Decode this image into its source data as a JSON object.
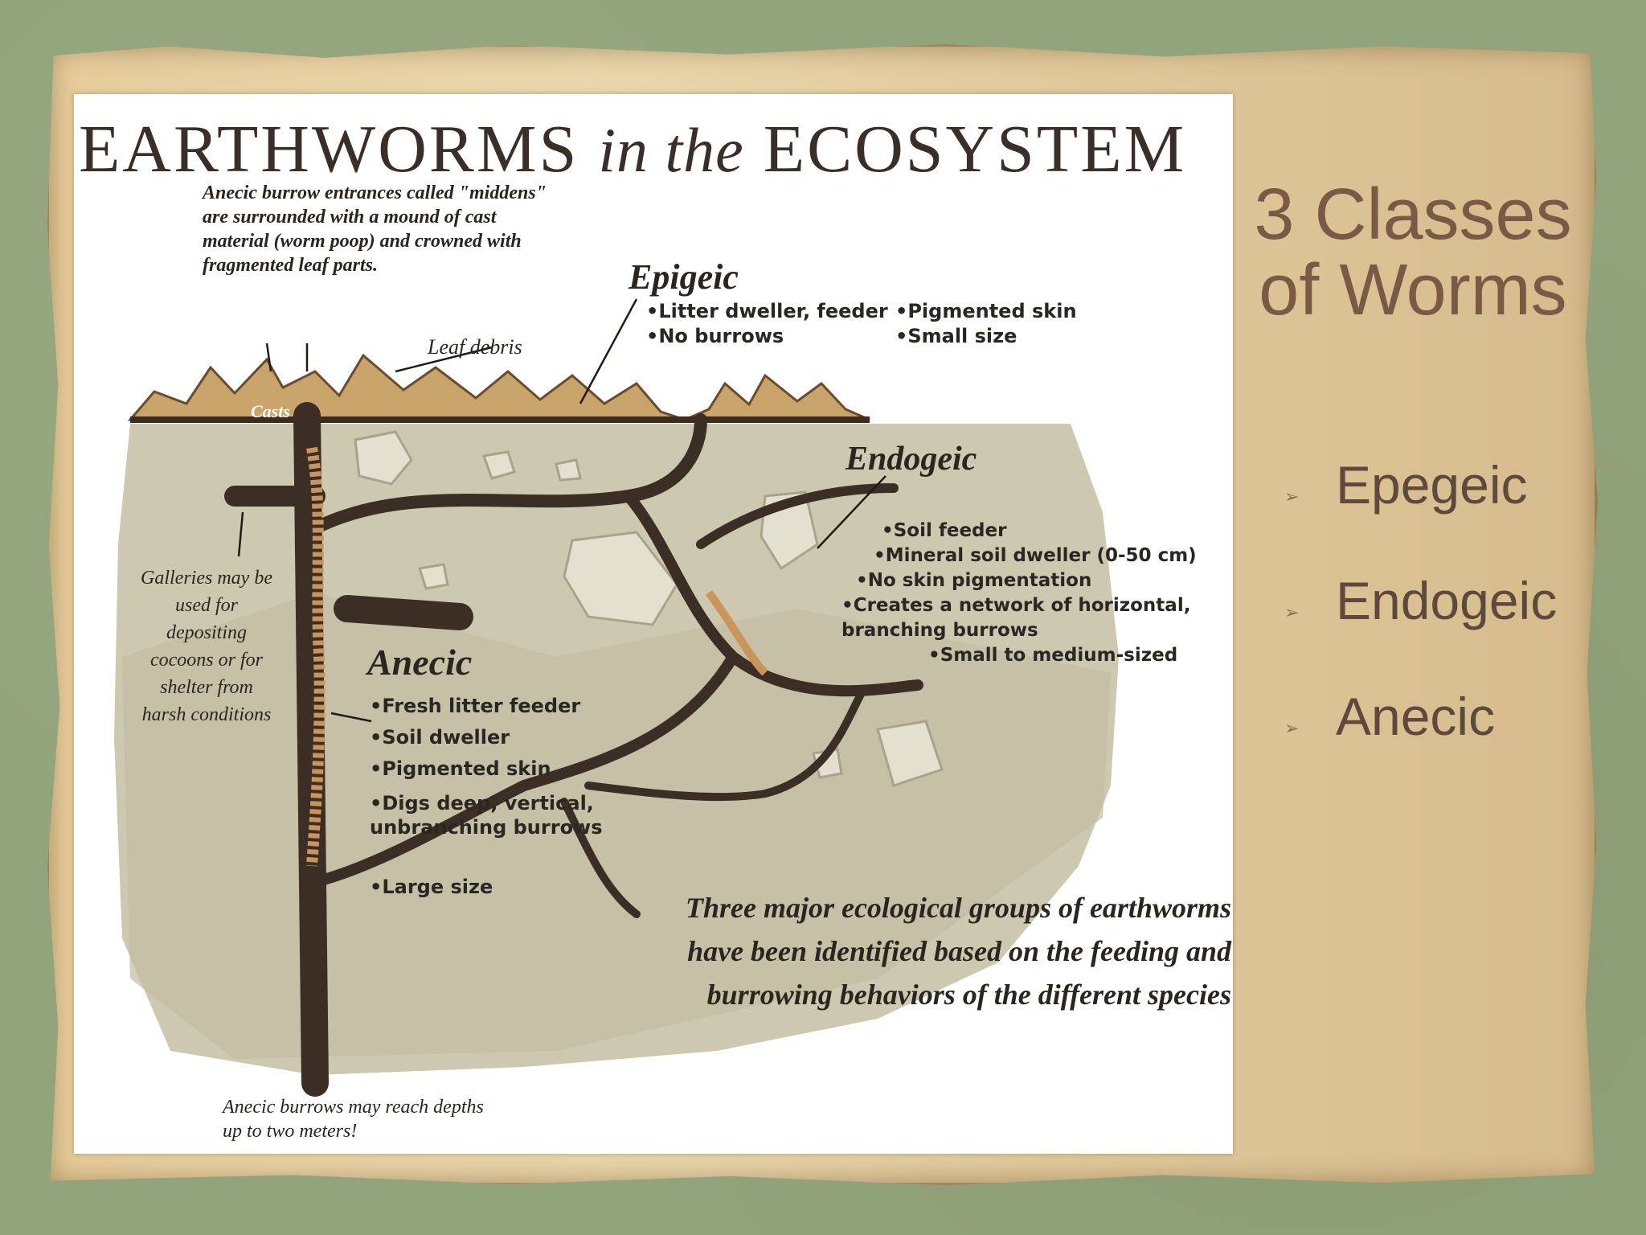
{
  "figure": {
    "title_part1": "EARTHWORMS",
    "title_part2": "in the",
    "title_part3": "ECOSYSTEM",
    "note_middens": "Anecic burrow entrances called \"middens\" are surrounded with a mound of cast material (worm poop) and crowned with fragmented leaf parts.",
    "label_leaf_debris": "Leaf debris",
    "label_casts": "Casts",
    "epigeic": {
      "name": "Epigeic",
      "bullets_col1": [
        "Litter dweller, feeder",
        "No burrows"
      ],
      "bullets_col2": [
        "Pigmented skin",
        "Small size"
      ]
    },
    "endogeic": {
      "name": "Endogeic",
      "bullets": [
        "Soil feeder",
        "Mineral soil dweller (0-50 cm)",
        "No skin pigmentation",
        "Creates a network of horizontal, branching burrows",
        "Small to medium-sized"
      ]
    },
    "anecic": {
      "name": "Anecic",
      "bullets": [
        "Fresh litter feeder",
        "Soil dweller",
        "Pigmented skin",
        "Digs deep, vertical, unbranching burrows",
        "Large size"
      ]
    },
    "note_galleries": "Galleries may be used for depositing cocoons or for shelter from harsh conditions",
    "note_depth": "Anecic burrows may reach depths up to two meters!",
    "caption": "Three major ecological groups of earthworms have been identified based on the feeding and burrowing behaviors of the different species"
  },
  "side": {
    "title": "3 Classes of Worms",
    "items": [
      {
        "label": "Epegeic"
      },
      {
        "label": "Endogeic"
      },
      {
        "label": "Anecic"
      }
    ],
    "bullet_icon": "chevron-arrow-icon"
  }
}
